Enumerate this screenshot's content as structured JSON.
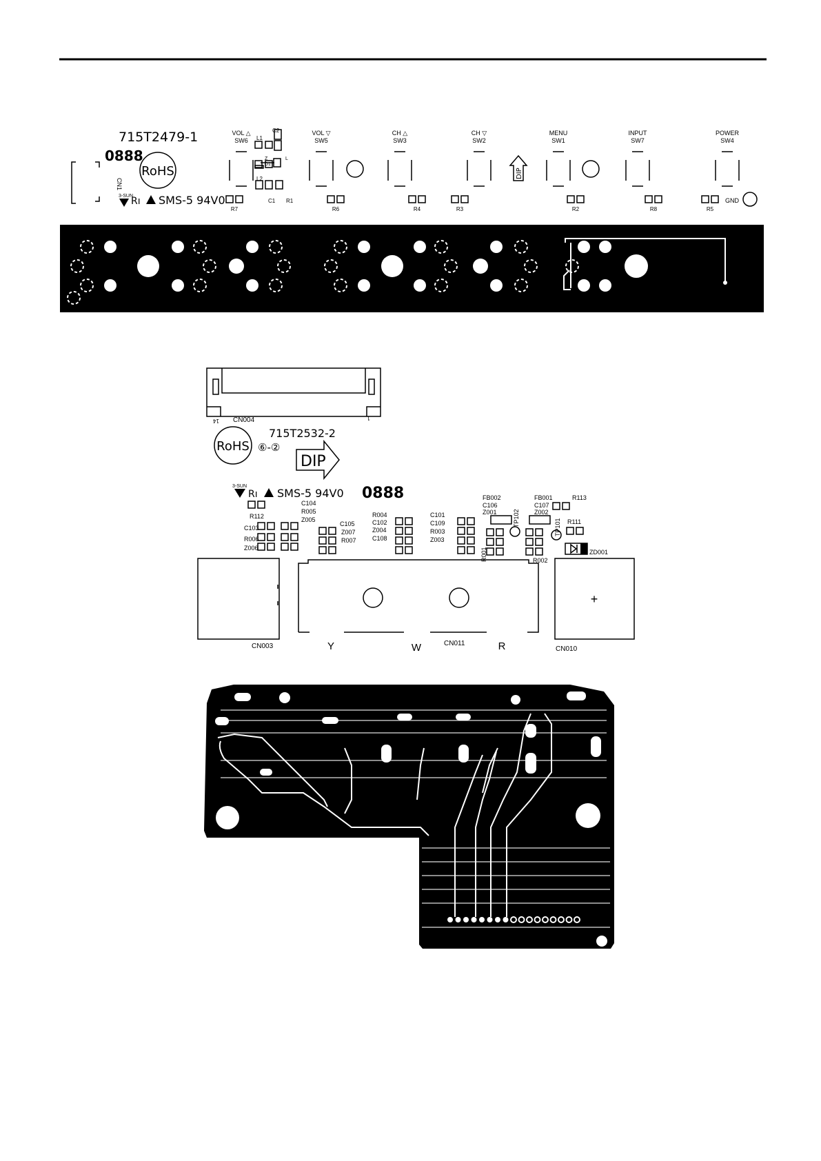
{
  "board1": {
    "part_number": "715T2479-1",
    "rohs": "RoHS",
    "digits": "0888",
    "vendor_logo": "3-SUN",
    "ul_mark": "Rı",
    "material": "SMS-5 94V0",
    "cn_label": "CN1",
    "dip_label": "DIP",
    "switches": [
      {
        "func": "VOL △",
        "ref": "SW6"
      },
      {
        "func": "VOL ▽",
        "ref": "SW5"
      },
      {
        "func": "CH △",
        "ref": "SW3"
      },
      {
        "func": "CH ▽",
        "ref": "SW2"
      },
      {
        "func": "MENU",
        "ref": "SW1"
      },
      {
        "func": "INPUT",
        "ref": "SW7"
      },
      {
        "func": "POWER",
        "ref": "SW4"
      }
    ],
    "resistors": [
      "R7",
      "R6",
      "R4",
      "R3",
      "R2",
      "R8",
      "R5"
    ],
    "small_parts": [
      "L1",
      "C2",
      "Z",
      "D1",
      "L",
      "L2",
      "C1",
      "R1"
    ],
    "gnd": "GND"
  },
  "board2": {
    "part_number": "715T2532-2",
    "rohs": "RoHS",
    "date_code": "⑥-②",
    "dip_label": "DIP",
    "vendor_logo": "3-SUN",
    "ul_mark": "Rı",
    "material": "SMS-5 94V0",
    "digits": "0888",
    "connector_top": "CN004",
    "pin_left": "14",
    "pin_right": "1",
    "labels": {
      "r112": "R112",
      "c103": "C103",
      "r006": "R006",
      "z006": "Z006",
      "c104": "C104",
      "r005": "R005",
      "z005": "Z005",
      "c105": "C105",
      "z007": "Z007",
      "r007": "R007",
      "r004": "R004",
      "c102": "C102",
      "z004": "Z004",
      "c108": "C108",
      "c101": "C101",
      "c109": "C109",
      "r003": "R003",
      "z003": "Z003",
      "r001": "R001",
      "fb002": "FB002",
      "c106": "C106",
      "z001": "Z001",
      "tp102": "TP102",
      "fb001": "FB001",
      "c107": "C107",
      "z002": "Z002",
      "tp101": "TP101",
      "r113": "R113",
      "r111": "R111",
      "r002": "R002",
      "zd001": "ZD001"
    },
    "connectors": {
      "cn003": "CN003",
      "cn011": "CN011",
      "cn010": "CN010",
      "y": "Y",
      "w": "W",
      "r": "R",
      "plus": "+"
    }
  }
}
